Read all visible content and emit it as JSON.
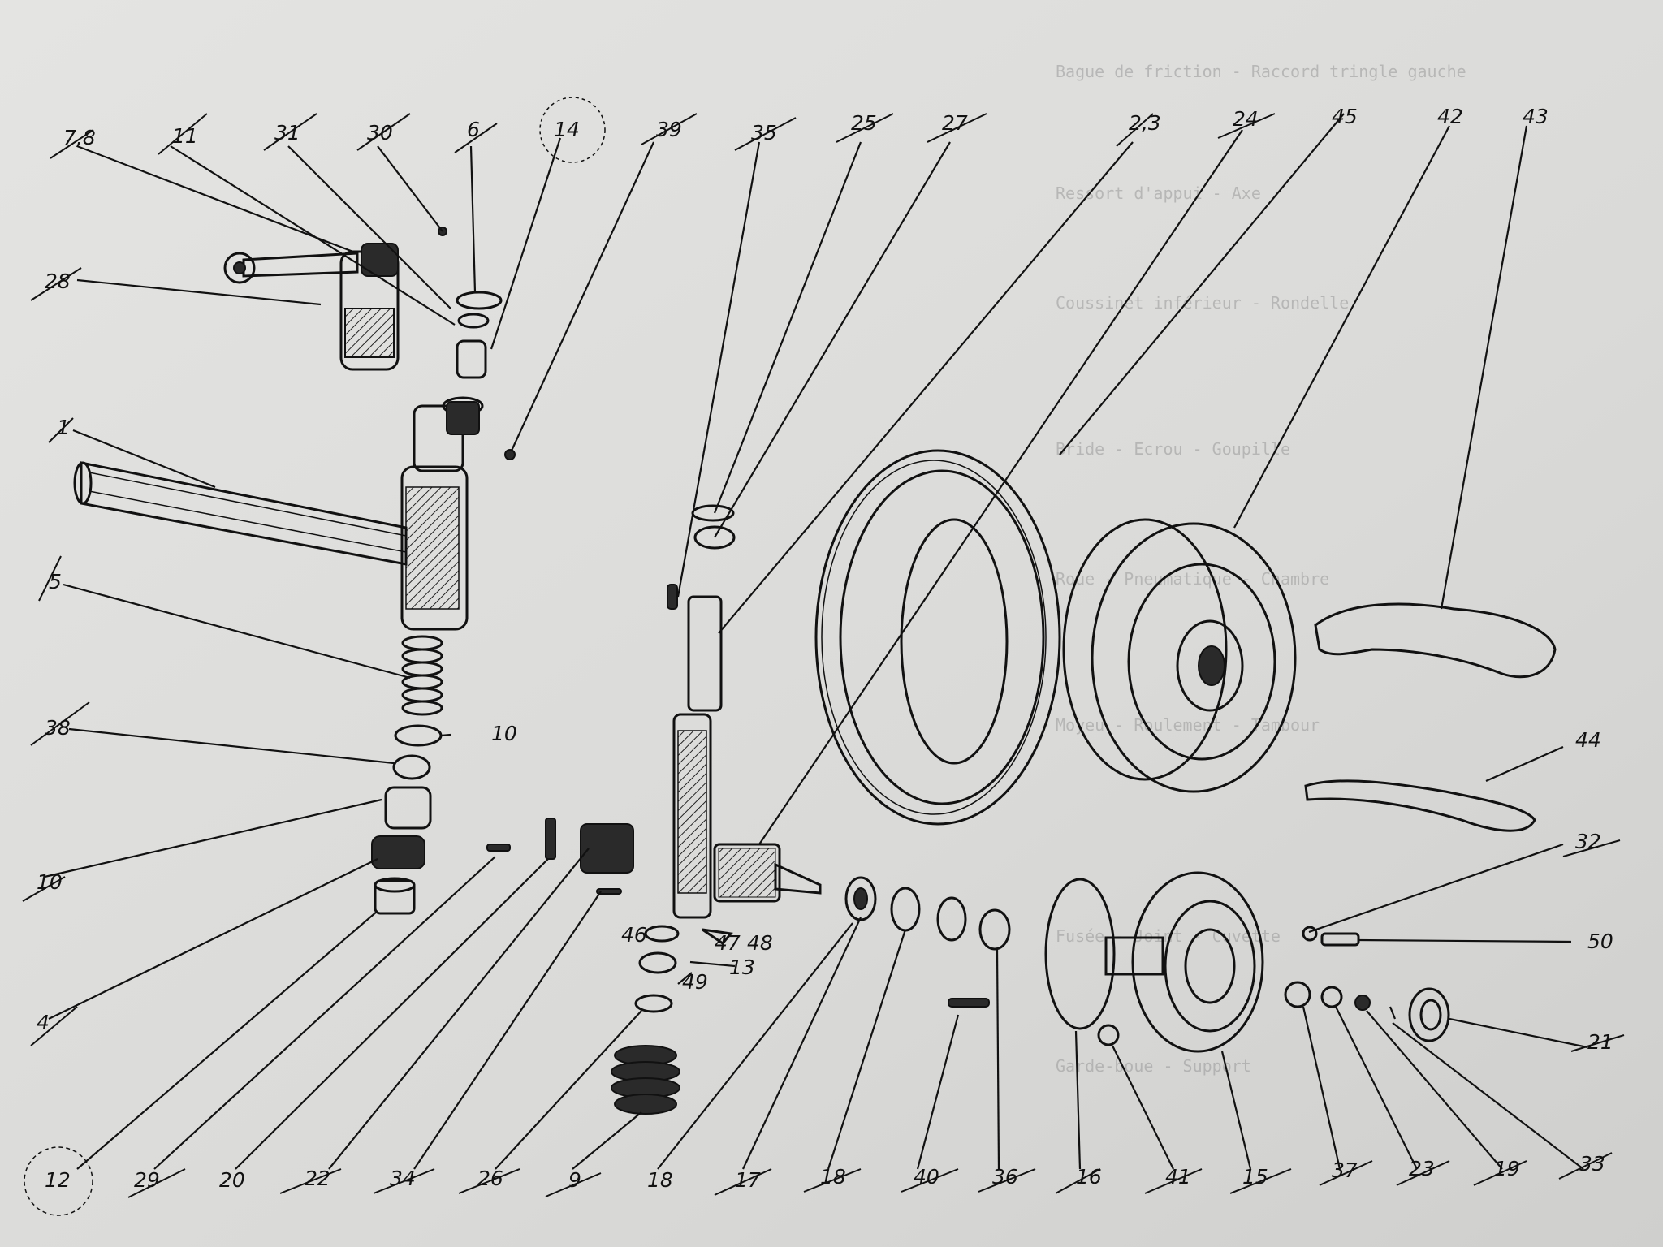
{
  "title": "",
  "background_text": [
    "Bague de friction - Raccord tringle gauche",
    "Ressort d'appui - Axe",
    "Coussinet inférieur - Rondelle",
    "Bride - Ecrou - Goupille",
    "Roue - Pneumatique - Chambre",
    "Moyeu - Roulement - Tambour",
    "Fusée - Joint - Cuvette",
    "Garde-boue - Support"
  ],
  "callouts": [
    {
      "id": "c7-8",
      "text": "7,8",
      "struck": true
    },
    {
      "id": "c11",
      "text": "11",
      "struck": true
    },
    {
      "id": "c31",
      "text": "31",
      "struck": true
    },
    {
      "id": "c30",
      "text": "30",
      "struck": true
    },
    {
      "id": "c6",
      "text": "6",
      "struck": true
    },
    {
      "id": "c14",
      "text": "14",
      "struck": true
    },
    {
      "id": "c39",
      "text": "39",
      "struck": true
    },
    {
      "id": "c35",
      "text": "35",
      "struck": true
    },
    {
      "id": "c25",
      "text": "25",
      "struck": true
    },
    {
      "id": "c27",
      "text": "27",
      "struck": true
    },
    {
      "id": "c2-3",
      "text": "2,3",
      "struck": true
    },
    {
      "id": "c24",
      "text": "24",
      "struck": true
    },
    {
      "id": "c45",
      "text": "45",
      "struck": false
    },
    {
      "id": "c42",
      "text": "42",
      "struck": false
    },
    {
      "id": "c43",
      "text": "43",
      "struck": false
    },
    {
      "id": "c28",
      "text": "28",
      "struck": true
    },
    {
      "id": "c1",
      "text": "1",
      "struck": true
    },
    {
      "id": "c5",
      "text": "5",
      "struck": true
    },
    {
      "id": "c38",
      "text": "38",
      "struck": true
    },
    {
      "id": "c10a",
      "text": "10",
      "struck": false
    },
    {
      "id": "c10b",
      "text": "10",
      "struck": true
    },
    {
      "id": "c4",
      "text": "4",
      "struck": true
    },
    {
      "id": "c44",
      "text": "44",
      "struck": false
    },
    {
      "id": "c32",
      "text": "32",
      "struck": true
    },
    {
      "id": "c50",
      "text": "50",
      "struck": false
    },
    {
      "id": "c46",
      "text": "46",
      "struck": false
    },
    {
      "id": "c47",
      "text": "47",
      "struck": false
    },
    {
      "id": "c48",
      "text": "48",
      "struck": false
    },
    {
      "id": "c13",
      "text": "13",
      "struck": false
    },
    {
      "id": "c49",
      "text": "49",
      "struck": false
    },
    {
      "id": "c21",
      "text": "21",
      "struck": true
    },
    {
      "id": "c12",
      "text": "12",
      "struck": false
    },
    {
      "id": "c29",
      "text": "29",
      "struck": true
    },
    {
      "id": "c20",
      "text": "20",
      "struck": false
    },
    {
      "id": "c22",
      "text": "22",
      "struck": true
    },
    {
      "id": "c34",
      "text": "34",
      "struck": true
    },
    {
      "id": "c26",
      "text": "26",
      "struck": true
    },
    {
      "id": "c9",
      "text": "9",
      "struck": true
    },
    {
      "id": "c18a",
      "text": "18",
      "struck": false
    },
    {
      "id": "c17",
      "text": "17",
      "struck": true
    },
    {
      "id": "c18b",
      "text": "18",
      "struck": true
    },
    {
      "id": "c40",
      "text": "40",
      "struck": true
    },
    {
      "id": "c36",
      "text": "36",
      "struck": true
    },
    {
      "id": "c16",
      "text": "16",
      "struck": true
    },
    {
      "id": "c41",
      "text": "41",
      "struck": true
    },
    {
      "id": "c15",
      "text": "15",
      "struck": true
    },
    {
      "id": "c37",
      "text": "37",
      "struck": true
    },
    {
      "id": "c23",
      "text": "23",
      "struck": true
    },
    {
      "id": "c19",
      "text": "19",
      "struck": true
    },
    {
      "id": "c33",
      "text": "33",
      "struck": true
    }
  ]
}
